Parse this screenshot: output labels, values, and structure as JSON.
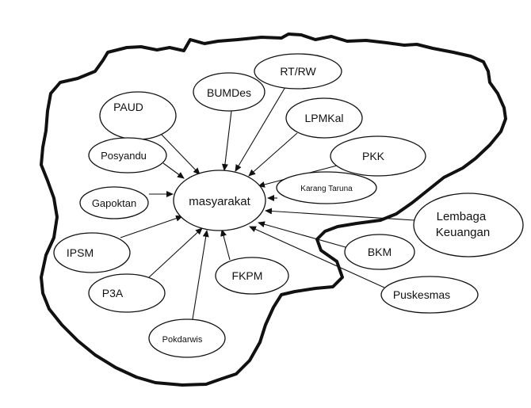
{
  "diagram": {
    "center": "masyarakat",
    "nodes": [
      "PAUD",
      "BUMDes",
      "RT/RW",
      "LPMKal",
      "Posyandu",
      "PKK",
      "Karang Taruna",
      "Gapoktan",
      "Lembaga Keuangan",
      "IPSM",
      "BKM",
      "FKPM",
      "P3A",
      "Puskesmas",
      "Pokdarwis"
    ]
  }
}
